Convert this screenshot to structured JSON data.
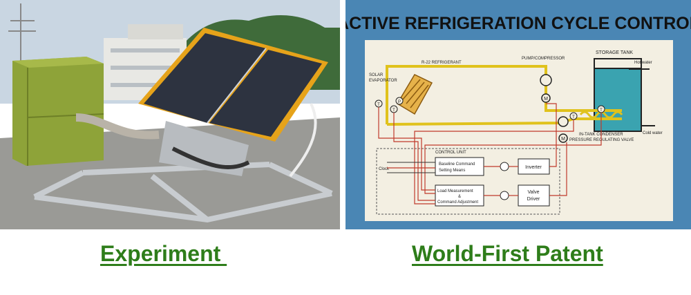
{
  "captions": {
    "left": "Experiment ",
    "right": "World-First Patent"
  },
  "poster": {
    "title": "ACTIVE REFRIGERATION CYCLE CONTROL",
    "labels": {
      "refrigerant": "R-22 REFRIGERANT",
      "pump": "PUMP/COMPRESSOR",
      "storage_tank": "STORAGE TANK",
      "hot_water": "Hot water",
      "solar_evaporator_1": "SOLAR",
      "solar_evaporator_2": "EVAPORATOR",
      "condenser": "IN-TANK CONDENSER",
      "cold_water": "Cold water",
      "valve": "PRESSURE REGULATING VALVE",
      "control_unit": "CONTROL UNIT",
      "baseline_1": "Baseline Command",
      "baseline_2": "Setting Means",
      "inverter": "Inverter",
      "clock": "Clock",
      "load_1": "Load Measurement",
      "load_2": "&",
      "load_3": "Command Adjustment",
      "valve_driver_1": "Valve",
      "valve_driver_2": "Driver",
      "t": "T",
      "m": "M",
      "p": "P"
    }
  },
  "colors": {
    "caption": "#2e7d1a",
    "poster_frame": "#4a86b4",
    "poster_board": "#f3efe2",
    "refrigerant_line": "#e0c21c",
    "signal_line": "#c0392b",
    "tank_water": "#3aa3b0"
  }
}
